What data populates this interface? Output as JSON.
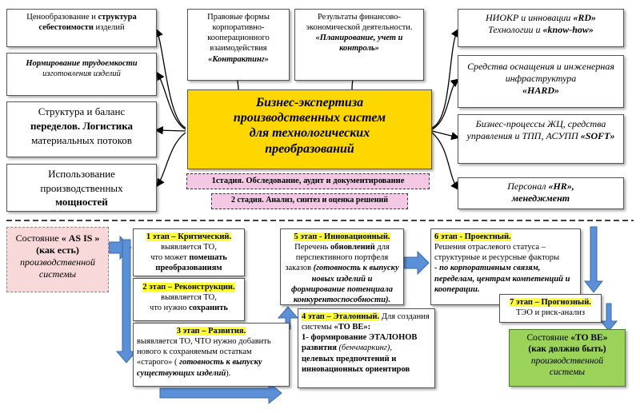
{
  "central": {
    "lines": [
      "Бизнес-экспертиза",
      "производственных систем",
      "для технологических",
      "преобразований"
    ],
    "stage1": "1стадия. Обследование, аудит и документирование",
    "stage2": "2 стадия. Анализ, синтез и оценка решений"
  },
  "left_boxes": {
    "pricing": {
      "a": "Ценообразование и ",
      "b": "структура себестоимости",
      "c": " изделий"
    },
    "norm": {
      "a": "Нормирование трудоемкости",
      "b": "изготовления изделий"
    },
    "structure": {
      "a": "Структура  и баланс",
      "b": "переделов. Логистика",
      "c": "материальных  потоков"
    },
    "capacity": {
      "a": "Использование производственных",
      "b": "мощностей"
    }
  },
  "top_boxes": {
    "legal": {
      "a": "Правовые формы корпоративно-кооперационного взаимодействия",
      "b": "«Контрактинг»"
    },
    "results": {
      "a": "Результаты финансово-экономической деятельности.",
      "b": "«Планирование, учет и контроль»"
    }
  },
  "right_boxes": {
    "rd": {
      "a": "НИОКР и инновации  ",
      "b": "«RD»",
      "c": "Технологии и ",
      "d": "«know-how»"
    },
    "hard": {
      "a": "Средства оснащения и инженерная инфраструктура",
      "b": "«HARD»"
    },
    "soft": {
      "a": "Бизнес-процессы  ЖЦ, средства управления и ТПП, АСУПП  ",
      "b": "«SOFT»"
    },
    "hr": {
      "a": "Персонал  ",
      "b": "«HR»,",
      "c": "менеджмент"
    }
  },
  "stages": {
    "asis": {
      "a": "Состояние ",
      "b": "« AS IS »",
      "c": "(как есть)",
      "d": "производственной системы"
    },
    "s1": {
      "h": "1 этап – Критический.",
      "a": "выявляется ТО,",
      "b": "что может ",
      "c": "помешать",
      "d": "преобразованиям"
    },
    "s2": {
      "h": "2 этап – Реконструкции.",
      "a": "выявляется ТО,",
      "b": "что нужно ",
      "c": "сохранить"
    },
    "s3": {
      "h": "3 этап – Развития.",
      "a": "выявляется ТО, ЧТО нужно добавить нового к сохраняемым остаткам «старого» ( ",
      "b": "готовность к выпуску существующих изделий",
      "c": ")."
    },
    "s4": {
      "h": "4 этап – Эталонный.",
      "a": " Для создания системы ",
      "b": "«ТО ВЕ»:",
      "c": "1- формирование ЭТАЛОНОВ развития",
      "d": " (бенчмаркинг),",
      "e": "целевых предпочтений и инновационных ориентиров"
    },
    "s5": {
      "h": "5 этап - Инновационный.",
      "a": "Перечень ",
      "b": "обновлений",
      "c": " для перспективного портфеля заказов ",
      "d": "(готовность к выпуску новых изделий и формирование потенциала конкурентоспособности)."
    },
    "s6": {
      "h": "6 этап - Проектный.",
      "a": "Решения отраслевого статуса – структурные и ресурсные факторы",
      "b": " - по корпоративным связям, переделам, центрам компетенций и кооперации."
    },
    "s7": {
      "h": "7 этап – Прогнозный.",
      "a": "ТЭО и риск-анализ"
    },
    "tobe": {
      "a": "Состояние ",
      "b": "«ТО ВЕ»",
      "c": "(как должно быть)",
      "d": "производственной системы"
    }
  },
  "colors": {
    "central": "#ffd700",
    "stage_box": "#f4c8e4",
    "asis": "#f8d8d8",
    "tobe": "#9bd25a",
    "arrow": "#4f81bd",
    "highlight": "#ffff33"
  }
}
